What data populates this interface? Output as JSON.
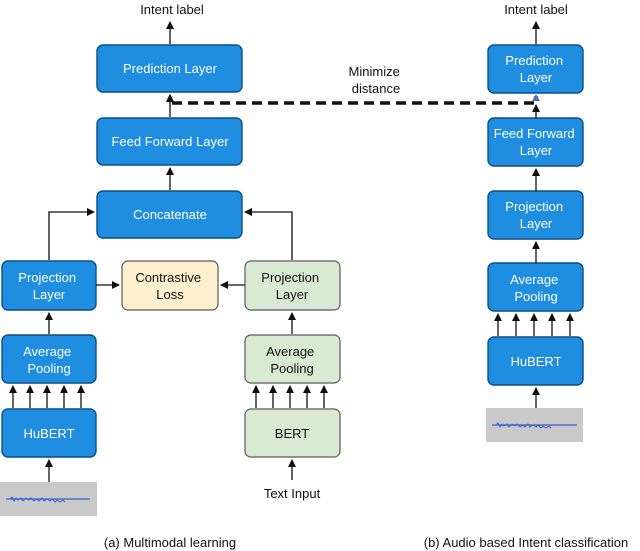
{
  "left": {
    "top_label": "Intent label",
    "prediction": "Prediction Layer",
    "feed_forward": "Feed Forward Layer",
    "concatenate": "Concatenate",
    "audio_projection": [
      "Projection",
      "Layer"
    ],
    "contrastive": [
      "Contrastive",
      "Loss"
    ],
    "text_projection": [
      "Projection",
      "Layer"
    ],
    "audio_pooling": [
      "Average",
      "Pooling"
    ],
    "text_pooling": [
      "Average",
      "Pooling"
    ],
    "hubert": "HuBERT",
    "bert": "BERT",
    "text_input": "Text Input",
    "caption": "(a) Multimodal learning"
  },
  "link": {
    "label": [
      "Minimize",
      "distance"
    ]
  },
  "right": {
    "top_label": "Intent label",
    "prediction": [
      "Prediction",
      "Layer"
    ],
    "feed_forward": [
      "Feed Forward",
      "Layer"
    ],
    "projection": [
      "Projection",
      "Layer"
    ],
    "pooling": [
      "Average",
      "Pooling"
    ],
    "hubert": "HuBERT",
    "caption": "(b) Audio based Intent classification"
  },
  "colors": {
    "blue_box": "#1f8de0",
    "green_box": "#d9ead3",
    "yellow_box": "#fdf0cf",
    "audio_strip": "#c9c9c9"
  }
}
